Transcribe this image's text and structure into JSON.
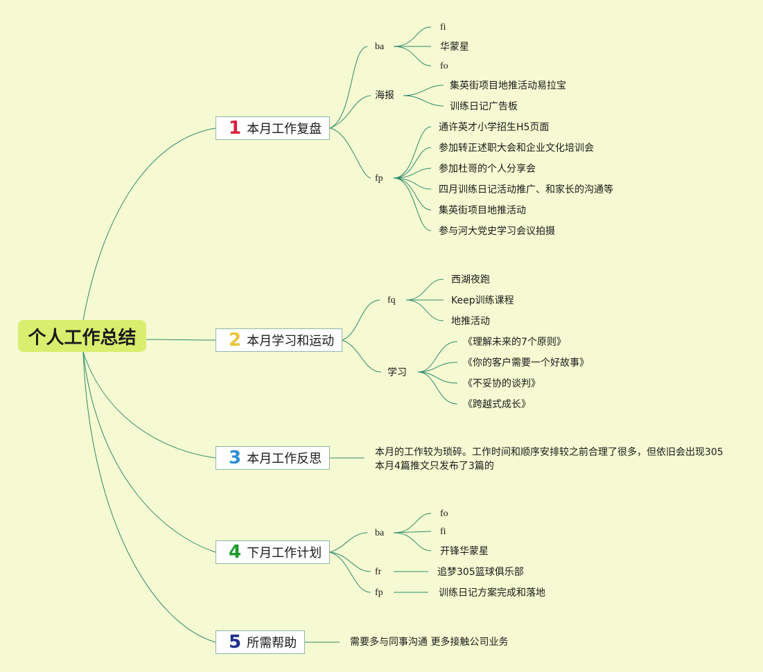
{
  "root": "个人工作总结",
  "branches": [
    {
      "num": "1",
      "num_color": "#d8213a",
      "title": "本月工作复盘",
      "groups": [
        {
          "label": "ba",
          "items": [
            "fi",
            "华蒙星",
            "fo"
          ]
        },
        {
          "label": "海报",
          "items": [
            "集英街项目地推活动易拉宝",
            "训练日记广告板"
          ]
        },
        {
          "label": "fp",
          "items": [
            "通许英才小学招生H5页面",
            "参加转正述职大会和企业文化培训会",
            "参加杜哥的个人分享会",
            "四月训练日记活动推广、和家长的沟通等",
            "集英街项目地推活动",
            "参与河大党史学习会议拍摄"
          ]
        }
      ]
    },
    {
      "num": "2",
      "num_color": "#e9c43b",
      "title": "本月学习和运动",
      "groups": [
        {
          "label": "fq",
          "items": [
            "西湖夜跑",
            "Keep训练课程",
            "地推活动"
          ]
        },
        {
          "label": "学习",
          "items": [
            "《理解未来的7个原则》",
            "《你的客户需要一个好故事》",
            "《不妥协的谈判》",
            "《跨越式成长》"
          ]
        }
      ]
    },
    {
      "num": "3",
      "num_color": "#2e8fd6",
      "title": "本月工作反思",
      "note": [
        "本月的工作较为琐碎。工作时间和顺序安排较之前合理了很多，但依旧会出现305",
        "本月4篇推文只发布了3篇的"
      ]
    },
    {
      "num": "4",
      "num_color": "#1f9a2e",
      "title": "下月工作计划",
      "groups": [
        {
          "label": "ba",
          "items": [
            "fo",
            "fi",
            "开锋华蒙星"
          ]
        },
        {
          "label": "fr",
          "items": [
            "追梦305篮球俱乐部"
          ]
        },
        {
          "label": "fp",
          "items": [
            "训练日记方案完成和落地"
          ]
        }
      ]
    },
    {
      "num": "5",
      "num_color": "#1d2f8a",
      "title": "所需帮助",
      "note": [
        "需要多与同事沟通 更多接触公司业务"
      ]
    }
  ]
}
